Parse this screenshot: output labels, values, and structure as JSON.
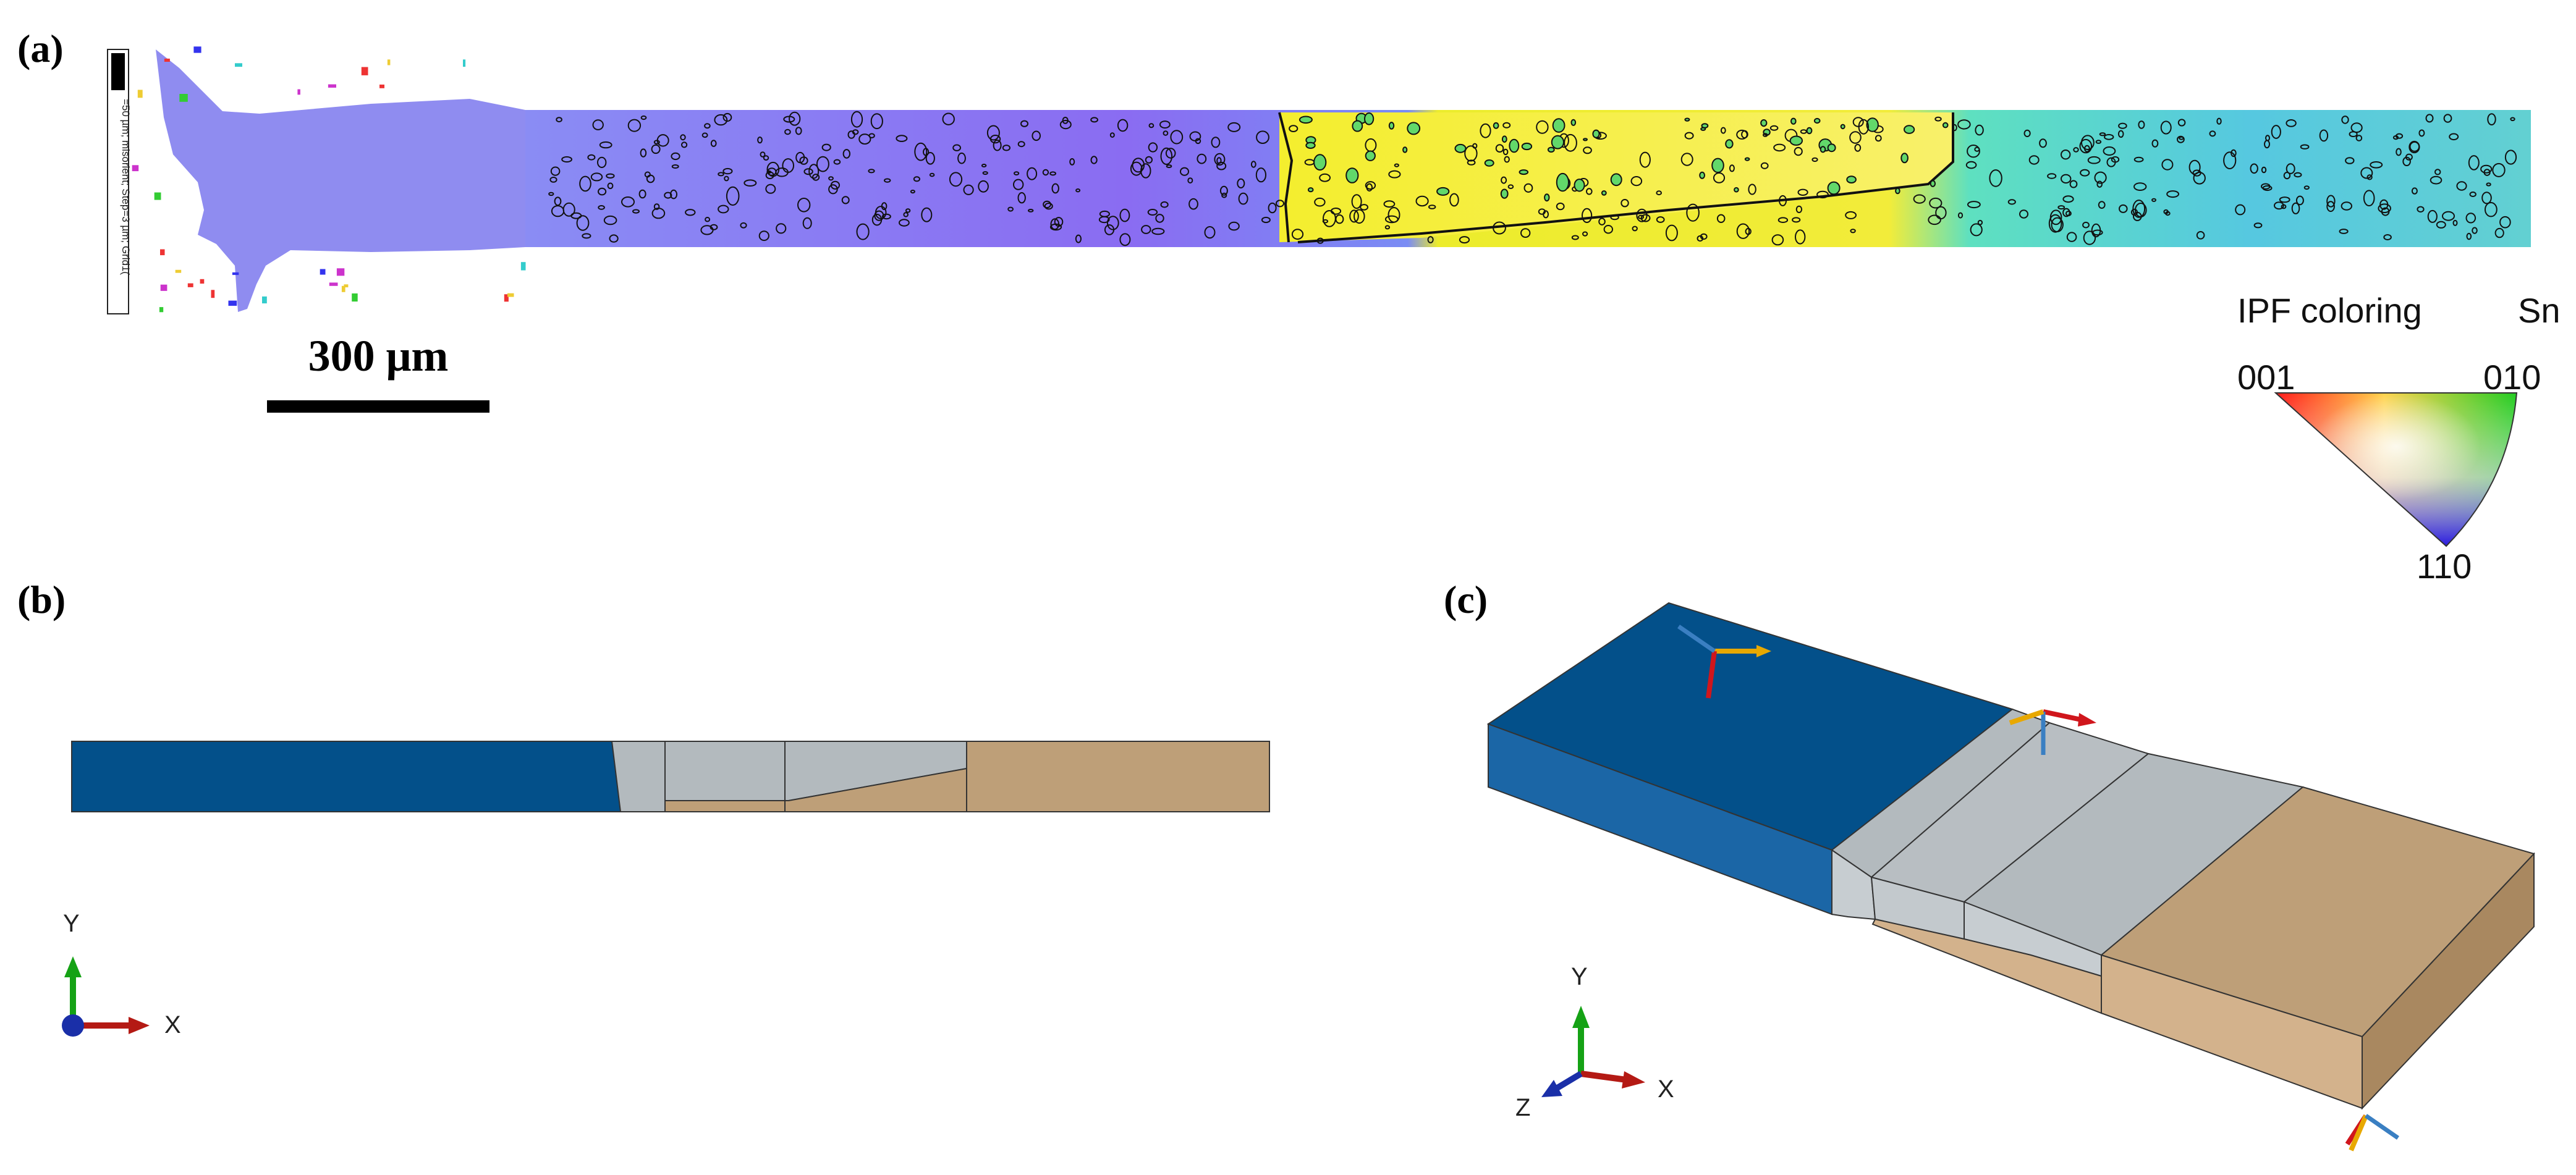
{
  "panels": {
    "a": {
      "label": "(a)",
      "scale_bar_label": "300 μm",
      "ebsd_side_text": "=50 µm; misorient; Step=3 µm; Grid1(",
      "ipf_legend": {
        "title": "IPF coloring",
        "material": "Sn",
        "corner_001": "001",
        "corner_010": "010",
        "corner_110": "110"
      }
    },
    "b": {
      "label": "(b)",
      "axes": {
        "y": "Y",
        "x": "X"
      }
    },
    "c": {
      "label": "(c)",
      "axes": {
        "y": "Y",
        "x": "X",
        "z": "Z"
      }
    }
  },
  "colors": {
    "copper_blue": "#03508a",
    "copper_blue_side": "#1b66a6",
    "imc_gray": "#b3babe",
    "solder_tan": "#be9f78",
    "solder_tan_side": "#d3b28c",
    "axis_green": "#15a215",
    "axis_red": "#b41a14",
    "axis_blue": "#1a2fa8"
  }
}
